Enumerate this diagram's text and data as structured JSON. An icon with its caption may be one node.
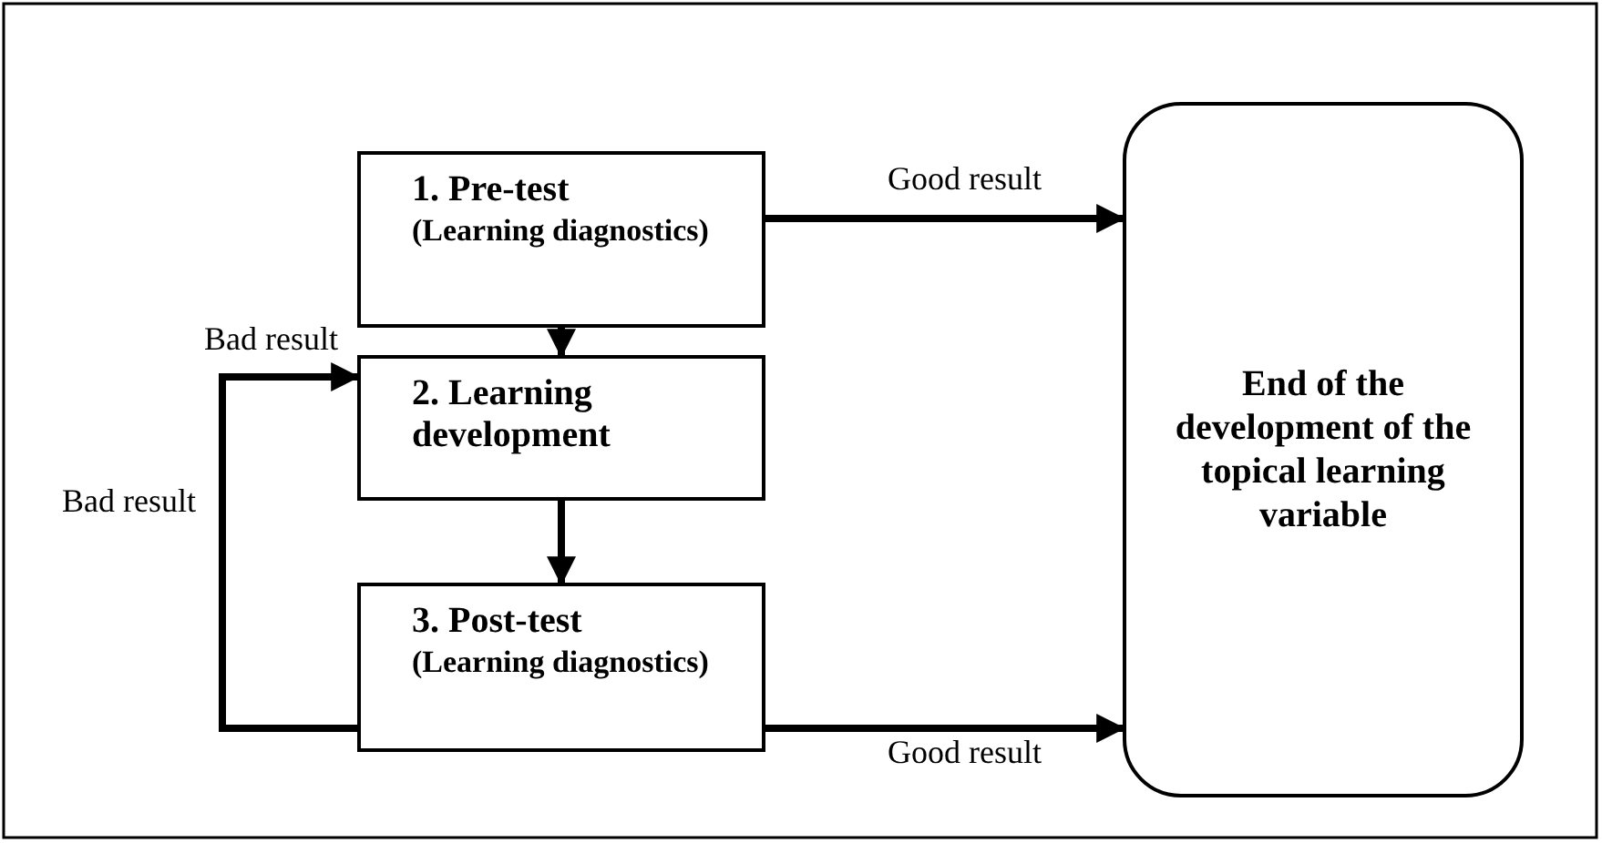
{
  "diagram": {
    "nodes": [
      {
        "text": [
          "1. Pre-test",
          "(Learning diagnostics)"
        ]
      },
      {
        "text": [
          "2. Learning development"
        ]
      },
      {
        "text": [
          "3. Post-test",
          "(Learning diagnostics)"
        ]
      },
      {
        "text": [
          "End of the development of the topical learning variable"
        ]
      }
    ],
    "edges": [
      {
        "from": 0,
        "to": 3,
        "arrow": "to",
        "label": "Good result"
      },
      {
        "from": 0,
        "to": 1,
        "arrow": "to"
      },
      {
        "from": 1,
        "to": 2,
        "arrow": "to"
      },
      {
        "from": 2,
        "to": 1,
        "arrow": "to",
        "label": "Bad result"
      },
      {
        "from": 2,
        "to": 3,
        "arrow": "to",
        "label": "Good result"
      }
    ],
    "labels": [
      "Bad result"
    ]
  }
}
